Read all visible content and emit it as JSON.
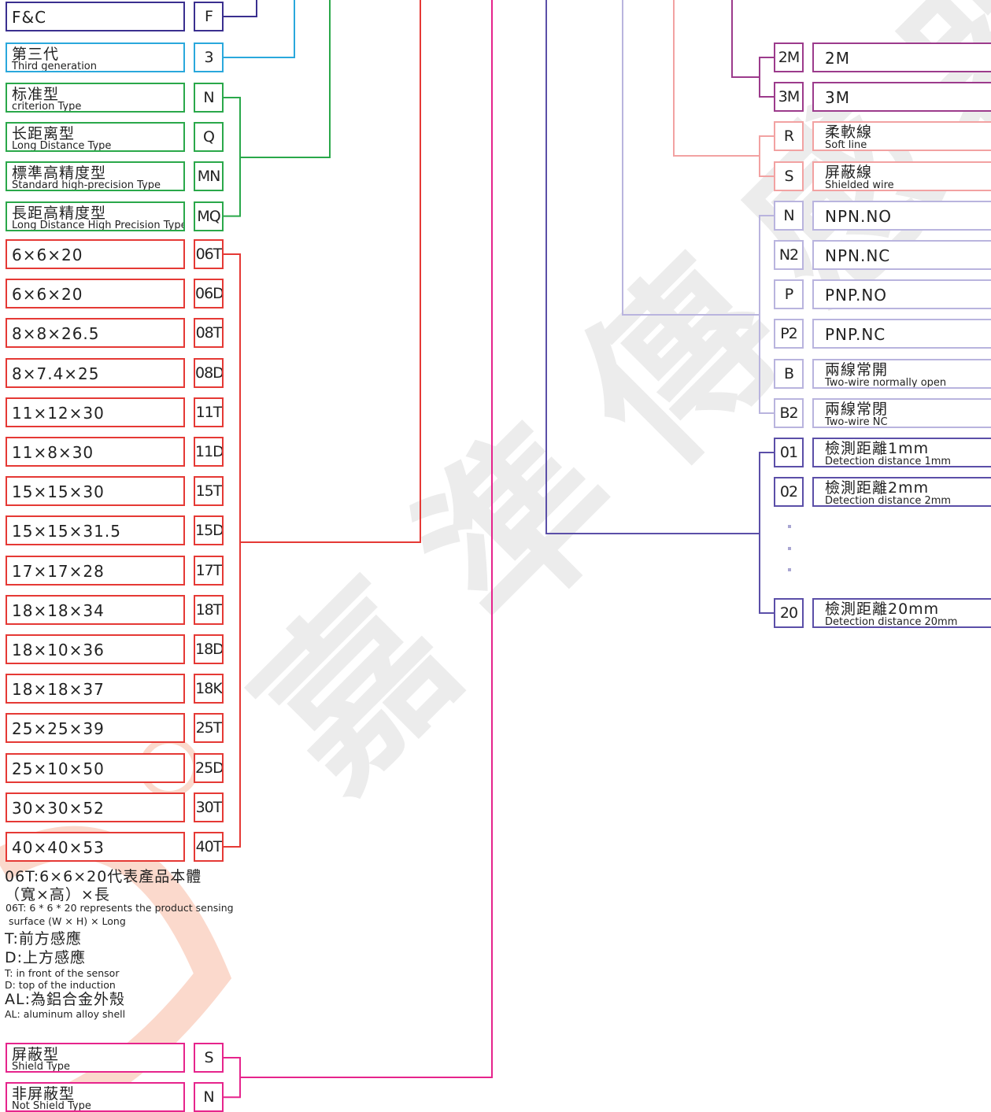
{
  "colors": {
    "purple": "#3a2f8f",
    "cyan": "#2aa8dc",
    "green": "#2aa84a",
    "red": "#e53935",
    "magenta": "#e6248c",
    "violet": "#5b4fa8",
    "lavender": "#b9b4de",
    "pink": "#f2a2a2",
    "plum": "#9c3b8c",
    "watermark": "#ececec",
    "watermark_logo": "#fbd9cc"
  },
  "left_groups": [
    {
      "name": "brand",
      "color": "purple",
      "rows": [
        {
          "zh": "F&C",
          "en": "",
          "code": "F"
        }
      ]
    },
    {
      "name": "generation",
      "color": "cyan",
      "rows": [
        {
          "zh": "第三代",
          "en": "Third generation",
          "code": "3"
        }
      ]
    },
    {
      "name": "type",
      "color": "green",
      "rows": [
        {
          "zh": "标准型",
          "en": "criterion Type",
          "code": "N"
        },
        {
          "zh": "长距离型",
          "en": "Long Distance Type",
          "code": "Q"
        },
        {
          "zh": "標準高精度型",
          "en": "Standard high-precision Type",
          "code": "MN"
        },
        {
          "zh": "長距高精度型",
          "en": "Long Distance High Precision Type",
          "code": "MQ"
        }
      ]
    },
    {
      "name": "size",
      "color": "red",
      "rows": [
        {
          "zh": "6×6×20",
          "en": "",
          "code": "06T"
        },
        {
          "zh": "6×6×20",
          "en": "",
          "code": "06D"
        },
        {
          "zh": "8×8×26.5",
          "en": "",
          "code": "08T"
        },
        {
          "zh": "8×7.4×25",
          "en": "",
          "code": "08D"
        },
        {
          "zh": "11×12×30",
          "en": "",
          "code": "11T"
        },
        {
          "zh": "11×8×30",
          "en": "",
          "code": "11D"
        },
        {
          "zh": "15×15×30",
          "en": "",
          "code": "15T"
        },
        {
          "zh": "15×15×31.5",
          "en": "",
          "code": "15D"
        },
        {
          "zh": "17×17×28",
          "en": "",
          "code": "17T"
        },
        {
          "zh": "18×18×34",
          "en": "",
          "code": "18T"
        },
        {
          "zh": "18×10×36",
          "en": "",
          "code": "18D"
        },
        {
          "zh": "18×18×37",
          "en": "",
          "code": "18K"
        },
        {
          "zh": "25×25×39",
          "en": "",
          "code": "25T"
        },
        {
          "zh": "25×10×50",
          "en": "",
          "code": "25D"
        },
        {
          "zh": "30×30×52",
          "en": "",
          "code": "30T"
        },
        {
          "zh": "40×40×53",
          "en": "",
          "code": "40T"
        }
      ]
    },
    {
      "name": "shield",
      "color": "magenta",
      "rows": [
        {
          "zh": "屏蔽型",
          "en": "Shield Type",
          "code": "S"
        },
        {
          "zh": "非屏蔽型",
          "en": "Not Shield Type",
          "code": "N"
        }
      ]
    }
  ],
  "notes": [
    {
      "text": "06T:6×6×20代表產品本體",
      "style": "n1"
    },
    {
      "text": "（寬×高）×長",
      "style": "n1"
    },
    {
      "text": "06T: 6 * 6 * 20 represents the product sensing",
      "style": "n2"
    },
    {
      "text": "surface (W × H) × Long",
      "style": "n2"
    },
    {
      "text": "T:前方感應",
      "style": "n1"
    },
    {
      "text": "D:上方感應",
      "style": "n1"
    },
    {
      "text": "T: in front of the sensor",
      "style": "n2"
    },
    {
      "text": "D: top of the induction",
      "style": "n2"
    },
    {
      "text": "AL:為鋁合金外殼",
      "style": "n1"
    },
    {
      "text": "AL: aluminum alloy shell",
      "style": "n2"
    }
  ],
  "right_groups": [
    {
      "name": "cable_length",
      "color": "plum",
      "rows": [
        {
          "code": "2M",
          "zh": "2M",
          "en": ""
        },
        {
          "code": "3M",
          "zh": "3M",
          "en": ""
        }
      ]
    },
    {
      "name": "wire",
      "color": "pink",
      "rows": [
        {
          "code": "R",
          "zh": "柔軟線",
          "en": "Soft line"
        },
        {
          "code": "S",
          "zh": "屏蔽線",
          "en": "Shielded wire"
        }
      ]
    },
    {
      "name": "output",
      "color": "lavender",
      "rows": [
        {
          "code": "N",
          "zh": "NPN.NO",
          "en": ""
        },
        {
          "code": "N2",
          "zh": "NPN.NC",
          "en": ""
        },
        {
          "code": "P",
          "zh": "PNP.NO",
          "en": ""
        },
        {
          "code": "P2",
          "zh": "PNP.NC",
          "en": ""
        },
        {
          "code": "B",
          "zh": "兩線常開",
          "en": "Two-wire normally open"
        },
        {
          "code": "B2",
          "zh": "兩線常閉",
          "en": "Two-wire NC"
        }
      ]
    },
    {
      "name": "distance",
      "color": "violet",
      "rows": [
        {
          "code": "01",
          "zh": "檢測距離1mm",
          "en": "Detection distance 1mm"
        },
        {
          "code": "02",
          "zh": "檢測距離2mm",
          "en": "Detection distance 2mm"
        },
        {
          "code": "20",
          "zh": "檢測距離20mm",
          "en": "Detection  distance  20mm"
        }
      ]
    }
  ],
  "watermark": {
    "text": "嘉準傳感器",
    "logo": "®"
  }
}
